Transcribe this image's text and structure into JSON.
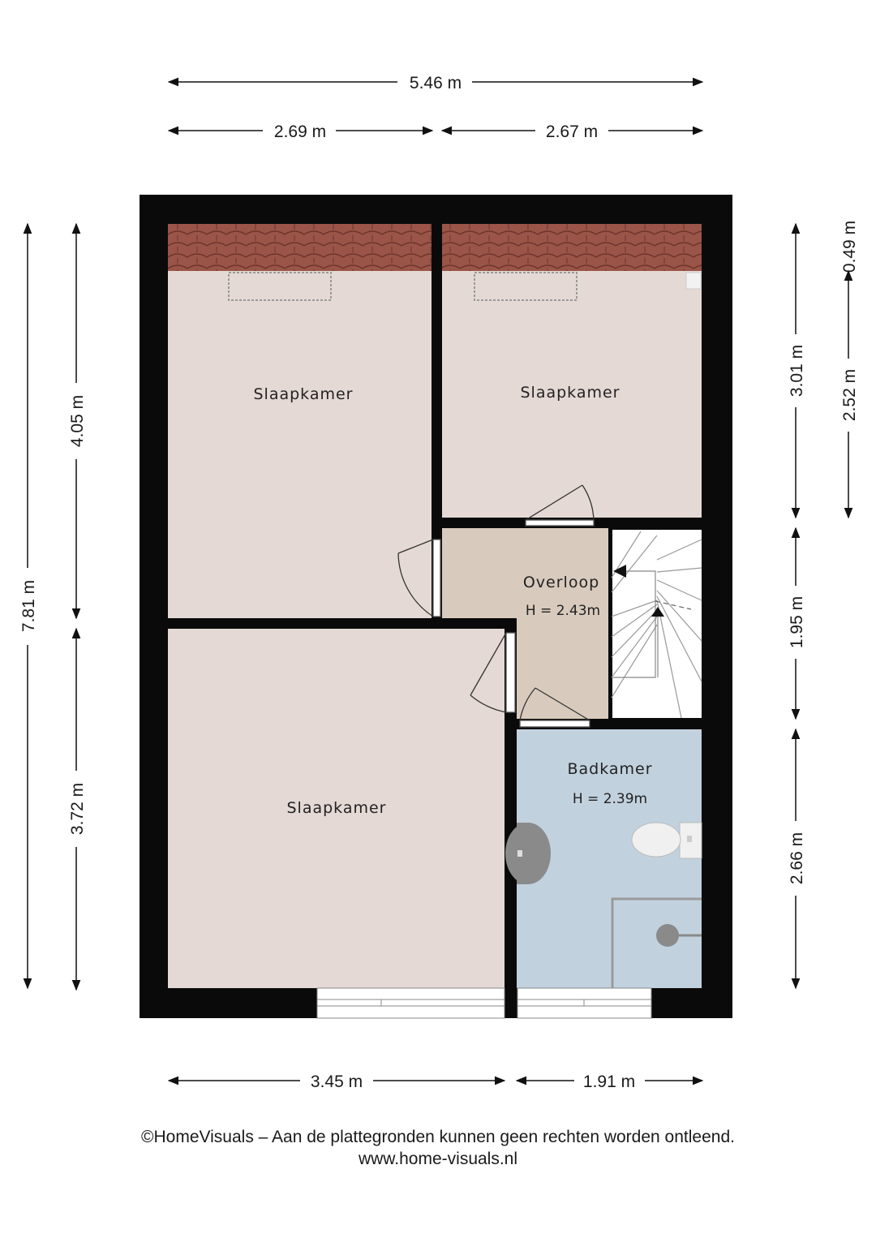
{
  "dimensions": {
    "top_total": "5.46 m",
    "top_left": "2.69 m",
    "top_right": "2.67 m",
    "bottom_left": "3.45 m",
    "bottom_right": "1.91 m",
    "left_total": "7.81 m",
    "left_upper": "4.05 m",
    "left_lower": "3.72 m",
    "right_upper": "3.01 m",
    "right_middle": "1.95 m",
    "right_lower": "2.66 m",
    "far_right_small": "0.49 m",
    "far_right_large": "2.52 m"
  },
  "rooms": {
    "bedroom_top_left": {
      "name": "Slaapkamer"
    },
    "bedroom_top_right": {
      "name": "Slaapkamer"
    },
    "bedroom_bottom": {
      "name": "Slaapkamer"
    },
    "landing": {
      "name": "Overloop",
      "height": "H = 2.43m"
    },
    "bathroom": {
      "name": "Badkamer",
      "height": "H = 2.39m"
    }
  },
  "colors": {
    "wall": "#0a0a0a",
    "bedroom_floor": "#e4d9d5",
    "landing_floor": "#d8cbbd",
    "bathroom_floor": "#c2d1de",
    "roof_tiles": "#9a5548"
  },
  "footer": {
    "disclaimer": "©HomeVisuals – Aan de plattegronden kunnen geen rechten worden ontleend.",
    "website": "www.home-visuals.nl"
  }
}
